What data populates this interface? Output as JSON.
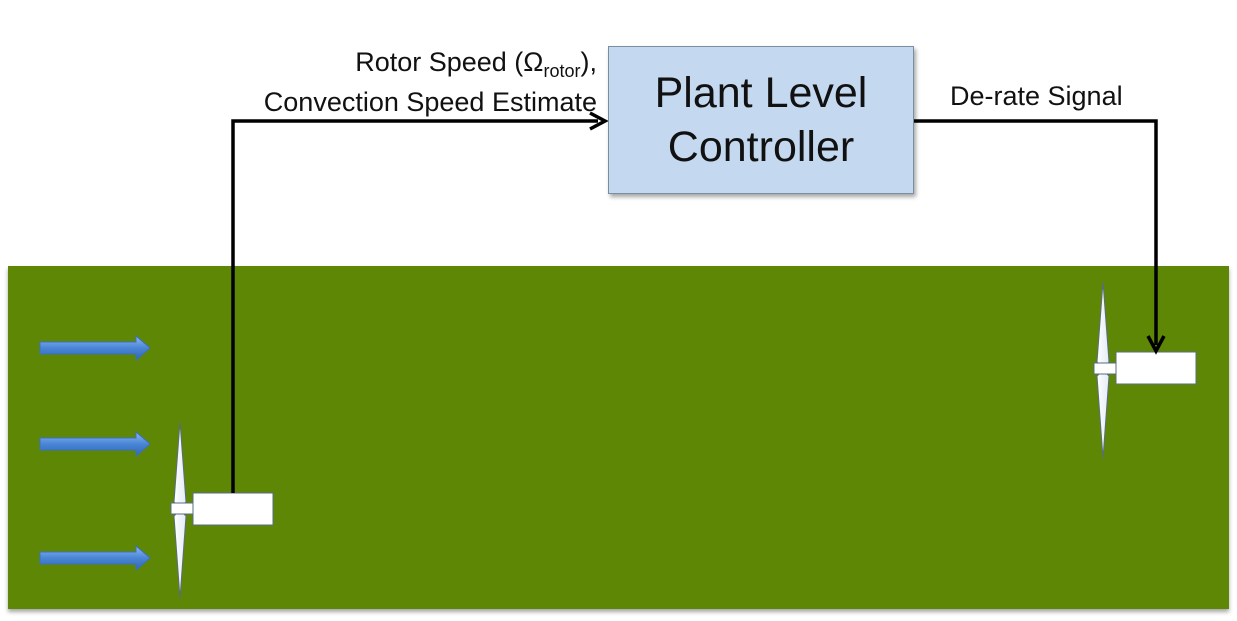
{
  "controller": {
    "line1": "Plant Level",
    "line2": "Controller"
  },
  "input_signal": {
    "prefix": "Rotor Speed (",
    "symbol": "Ω",
    "subscript": "rotor",
    "suffix": "),",
    "line2": "Convection Speed Estimate"
  },
  "output_signal": {
    "label": "De-rate Signal"
  },
  "colors": {
    "field": "#5f8706",
    "controller_fill": "#c4d8ef",
    "wind_arrow": "#4a86d6",
    "signal_line": "#000000",
    "nacelle": "#ffffff"
  },
  "icons": {
    "wind": "wind-arrow-icon",
    "turbine": "wind-turbine-icon"
  }
}
